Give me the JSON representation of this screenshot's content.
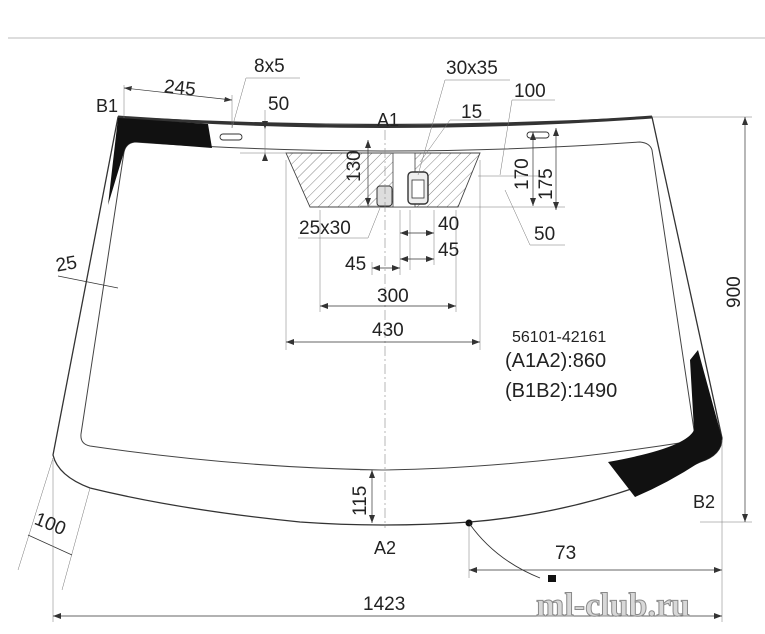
{
  "part": {
    "number": "56101-42161",
    "a1a2": "(A1A2):860",
    "b1b2": "(B1B2):1490"
  },
  "points": {
    "a1": "A1",
    "a2": "A2",
    "b1": "B1",
    "b2": "B2"
  },
  "dims": {
    "d245": "245",
    "d8x5": "8x5",
    "d50_top": "50",
    "d30x35": "30x35",
    "d100_top": "100",
    "d15": "15",
    "d130": "130",
    "d170": "170",
    "d175": "175",
    "d50_right": "50",
    "d25x30": "25x30",
    "d40": "40",
    "d45_right": "45",
    "d45_left": "45",
    "d25": "25",
    "d300": "300",
    "d430": "430",
    "d900": "900",
    "d115": "115",
    "d100_left": "100",
    "d73": "73",
    "d1423": "1423"
  },
  "watermark": "ml-club.ru",
  "colors": {
    "glass_outline": "#333333",
    "ceramic_band": "#111111",
    "hatch": "#555555"
  }
}
